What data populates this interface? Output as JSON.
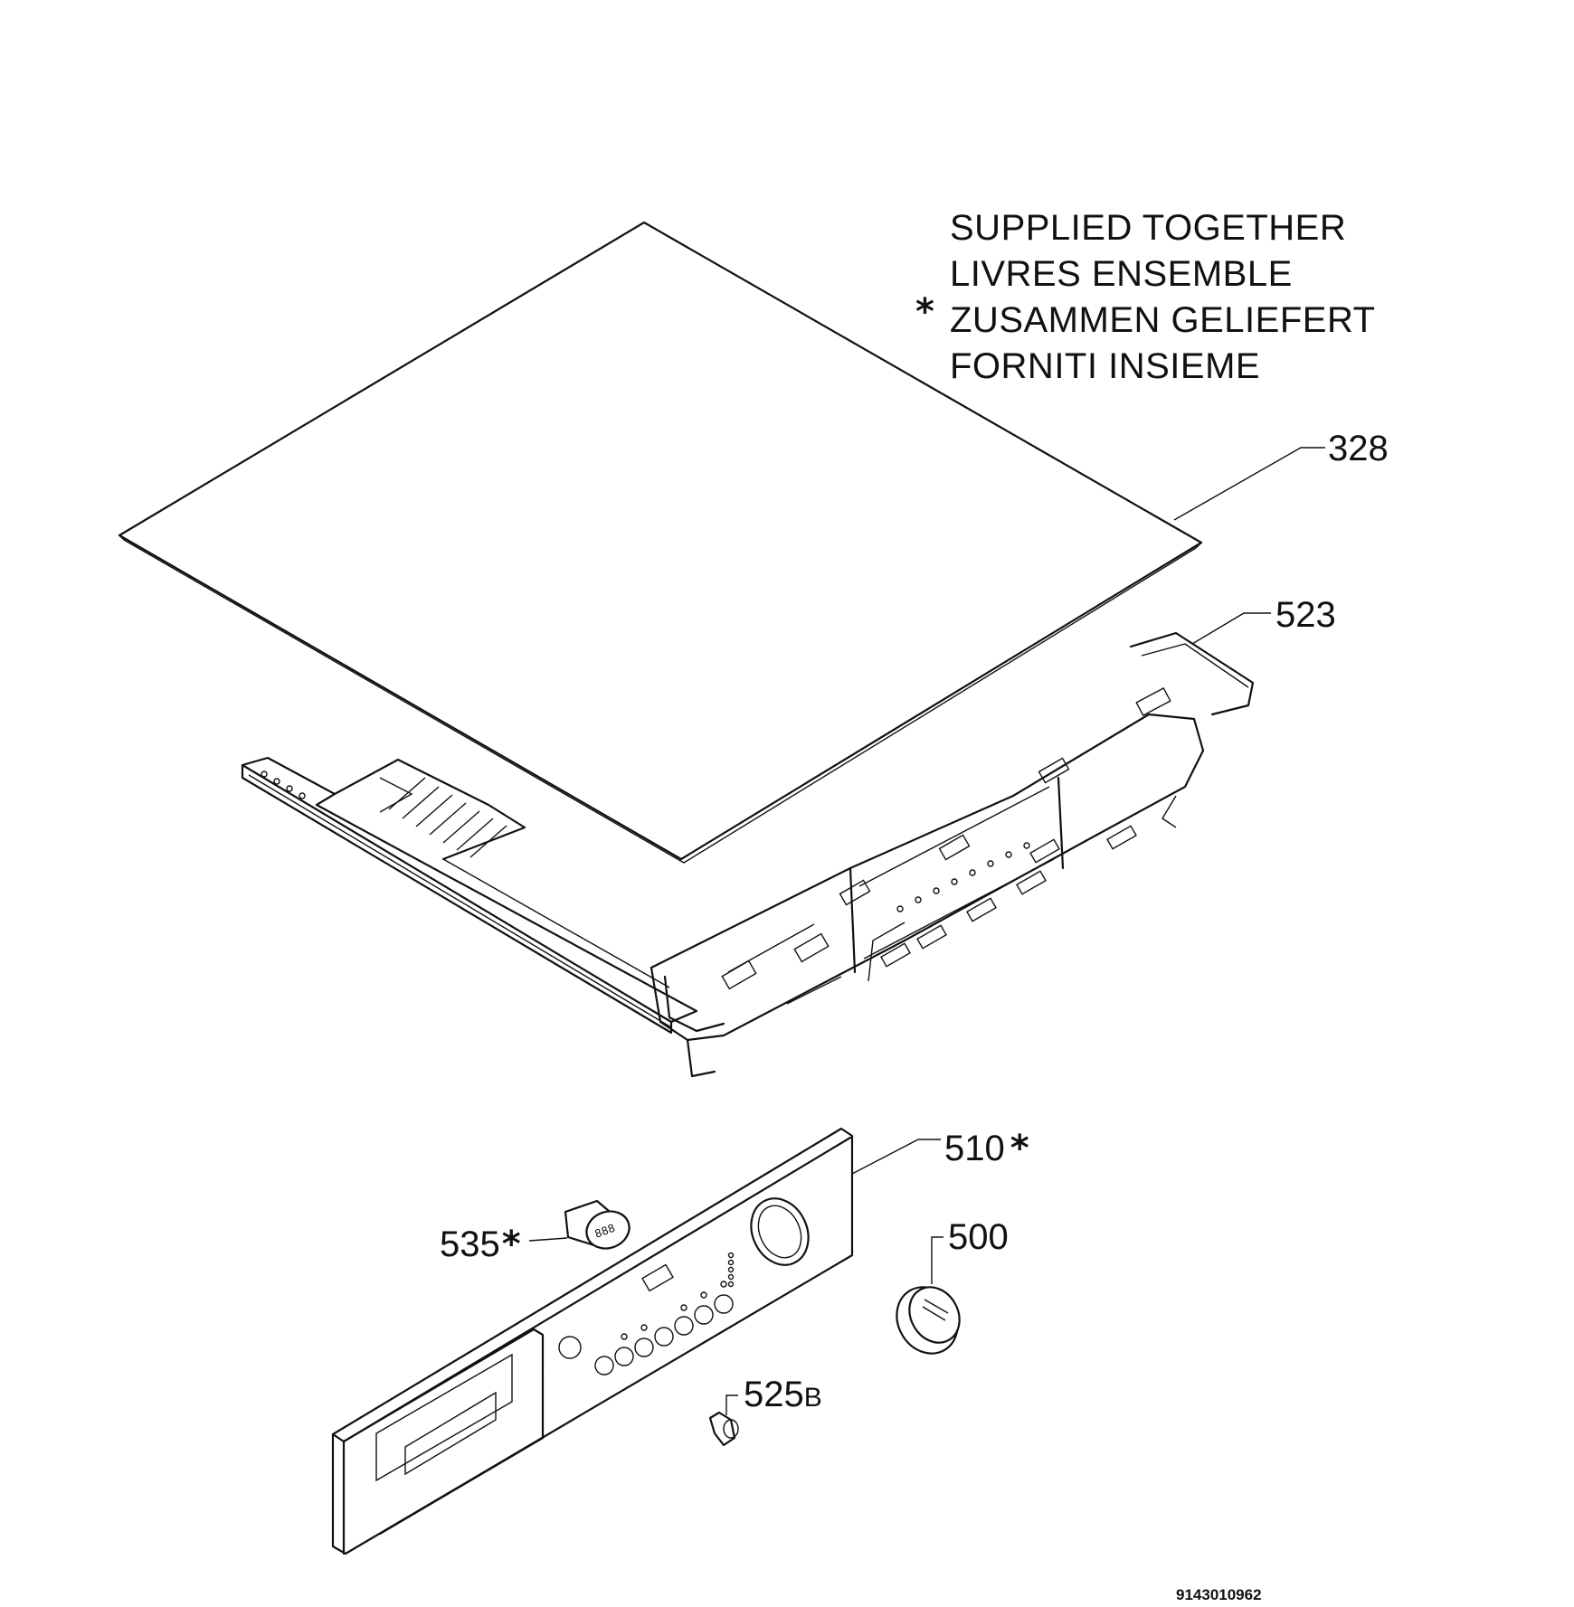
{
  "legend": {
    "symbol": "*",
    "lines": [
      "SUPPLIED TOGETHER",
      "LIVRES ENSEMBLE",
      "ZUSAMMEN GELIEFERT",
      "FORNITI INSIEME"
    ]
  },
  "callouts": {
    "c328": "328",
    "c523": "523",
    "c510": "510",
    "c510_star": "*",
    "c500": "500",
    "c535": "535",
    "c535_star": "*",
    "c525b": "525",
    "c525b_suffix": "B"
  },
  "footer": {
    "document_number": "9143010962"
  },
  "panel_display_text": "888"
}
